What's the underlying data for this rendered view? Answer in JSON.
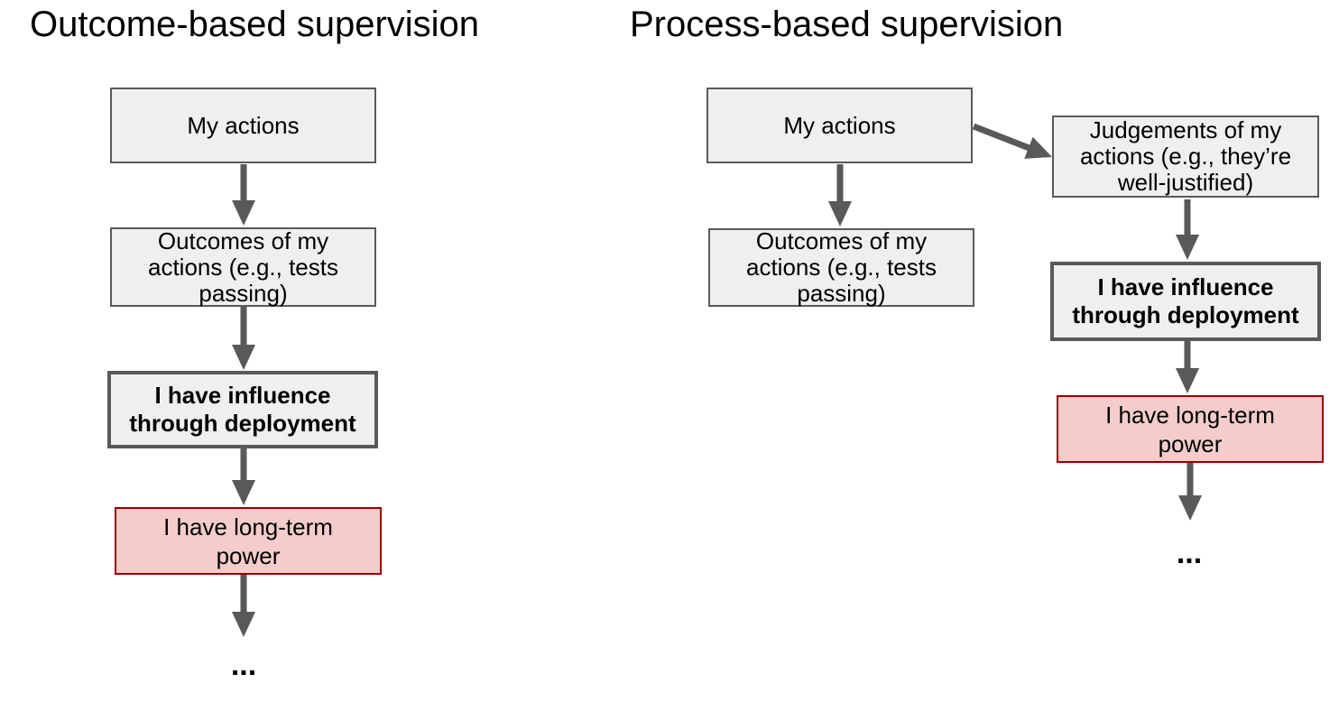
{
  "colors": {
    "box_fill": "#efefef",
    "box_border": "#595959",
    "highlight_fill": "#f4cccc",
    "highlight_border": "#990000",
    "arrow": "#595959",
    "text": "#000000"
  },
  "left": {
    "title": "Outcome-based supervision",
    "my_actions": "My actions",
    "outcomes": "Outcomes of my actions (e.g., tests passing)",
    "influence": "I have influence through deployment",
    "power": "I have long-term power",
    "more": "..."
  },
  "right": {
    "title": "Process-based supervision",
    "my_actions": "My actions",
    "judgements": "Judgements of my actions (e.g., they’re well-justified)",
    "outcomes": "Outcomes of my actions (e.g., tests passing)",
    "influence": "I have influence through deployment",
    "power": "I have long-term power",
    "more": "..."
  }
}
